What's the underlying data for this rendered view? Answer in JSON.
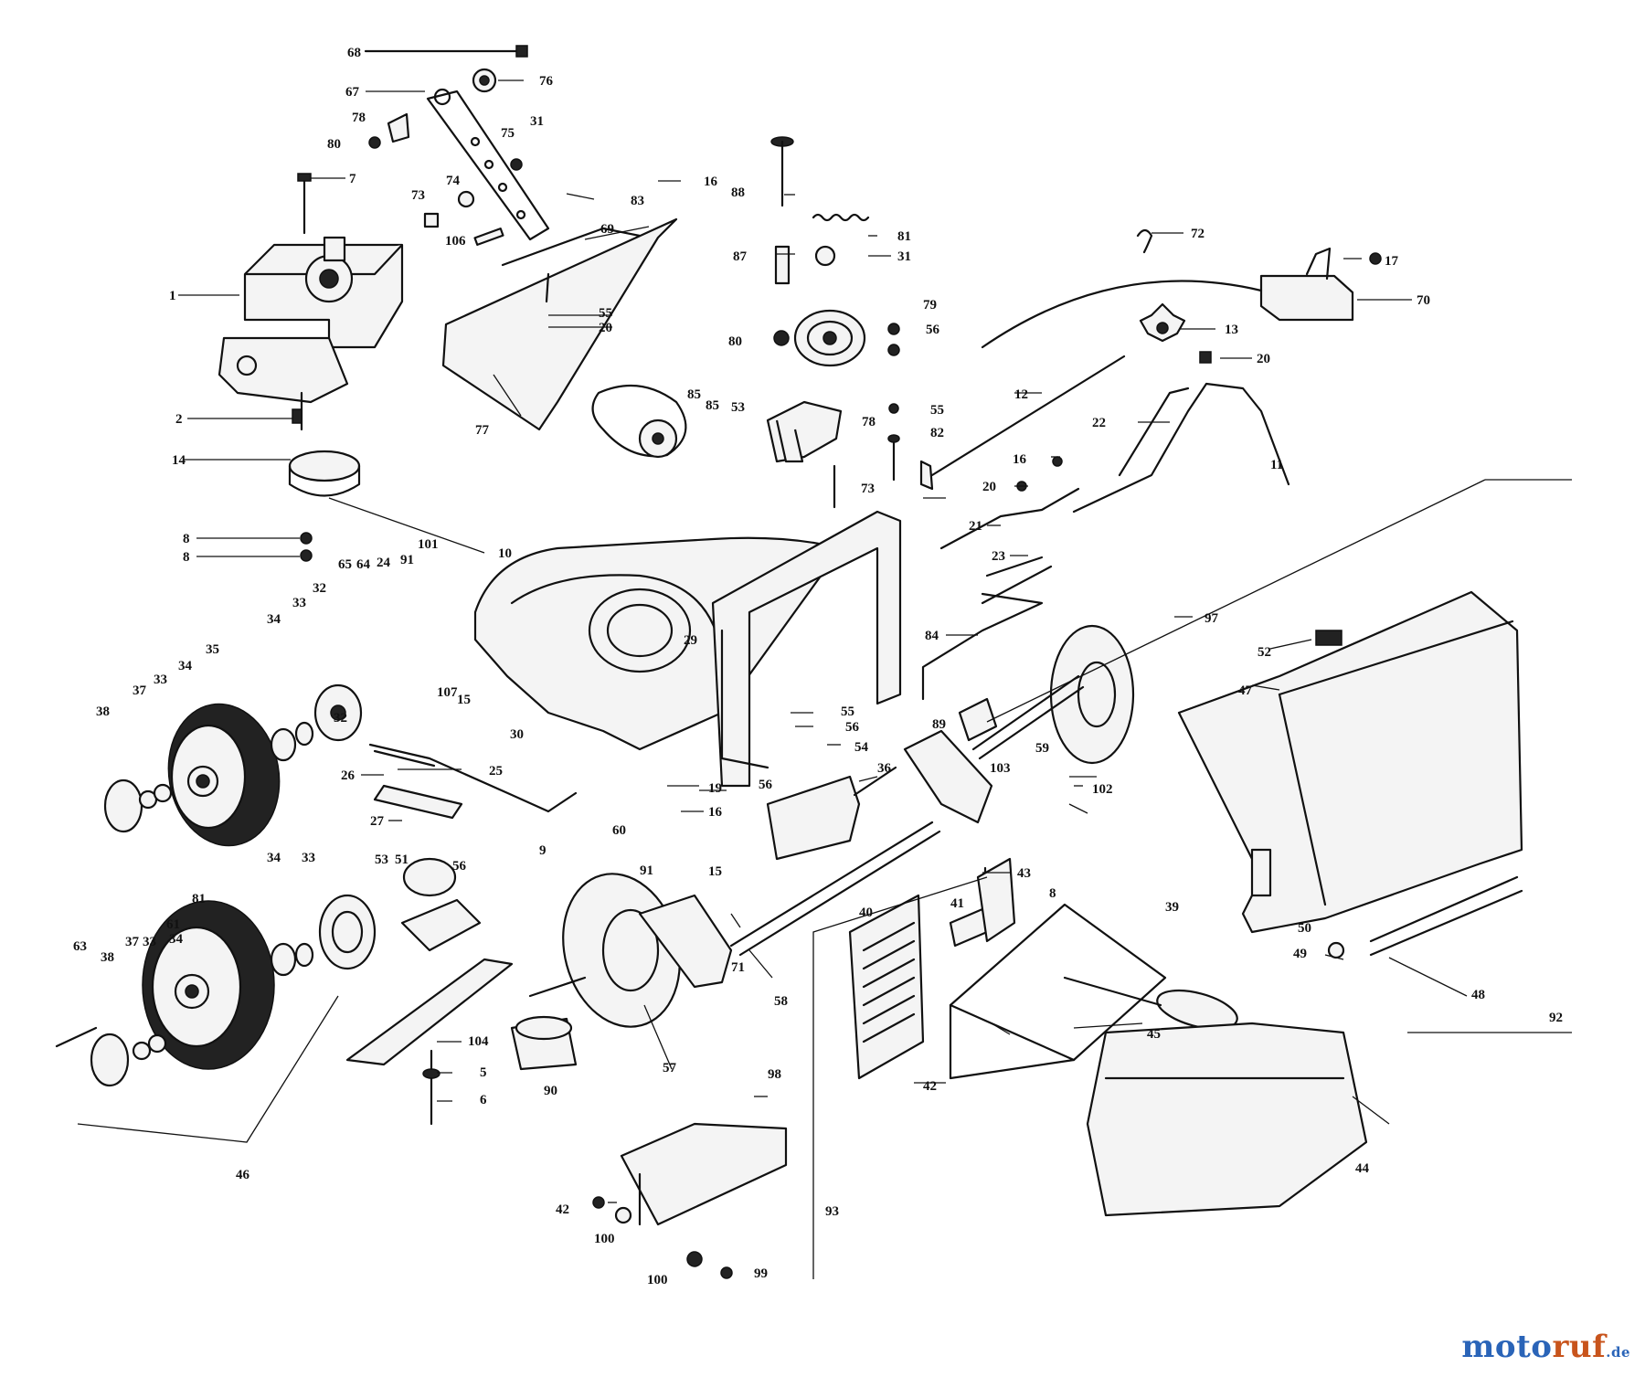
{
  "diagram": {
    "watermark": {
      "brand_a": "moto",
      "brand_b": "ruf",
      "tld": ".de"
    },
    "labels": [
      "68",
      "76",
      "67",
      "78",
      "80",
      "75",
      "31",
      "7",
      "73",
      "74",
      "106",
      "69",
      "16",
      "83",
      "88",
      "81",
      "31",
      "72",
      "17",
      "1",
      "87",
      "79",
      "56",
      "70",
      "13",
      "20",
      "55",
      "20",
      "80",
      "77",
      "85",
      "85",
      "53",
      "55",
      "78",
      "12",
      "22",
      "2",
      "82",
      "11",
      "14",
      "16",
      "20",
      "73",
      "21",
      "8",
      "10",
      "23",
      "8",
      "101",
      "24",
      "64",
      "91",
      "65",
      "32",
      "34",
      "33",
      "35",
      "34",
      "37",
      "33",
      "38",
      "29",
      "107",
      "15",
      "30",
      "97",
      "52",
      "47",
      "84",
      "89",
      "55",
      "56",
      "54",
      "59",
      "36",
      "103",
      "102",
      "26",
      "25",
      "27",
      "19",
      "56",
      "9",
      "16",
      "60",
      "15",
      "53",
      "51",
      "56",
      "91",
      "8",
      "43",
      "41",
      "39",
      "40",
      "34",
      "33",
      "81",
      "61",
      "34",
      "37",
      "33",
      "38",
      "63",
      "32",
      "71",
      "58",
      "57",
      "104",
      "5",
      "6",
      "90",
      "45",
      "50",
      "49",
      "48",
      "92",
      "42",
      "98",
      "42",
      "100",
      "100",
      "99",
      "93",
      "44",
      "46"
    ]
  }
}
